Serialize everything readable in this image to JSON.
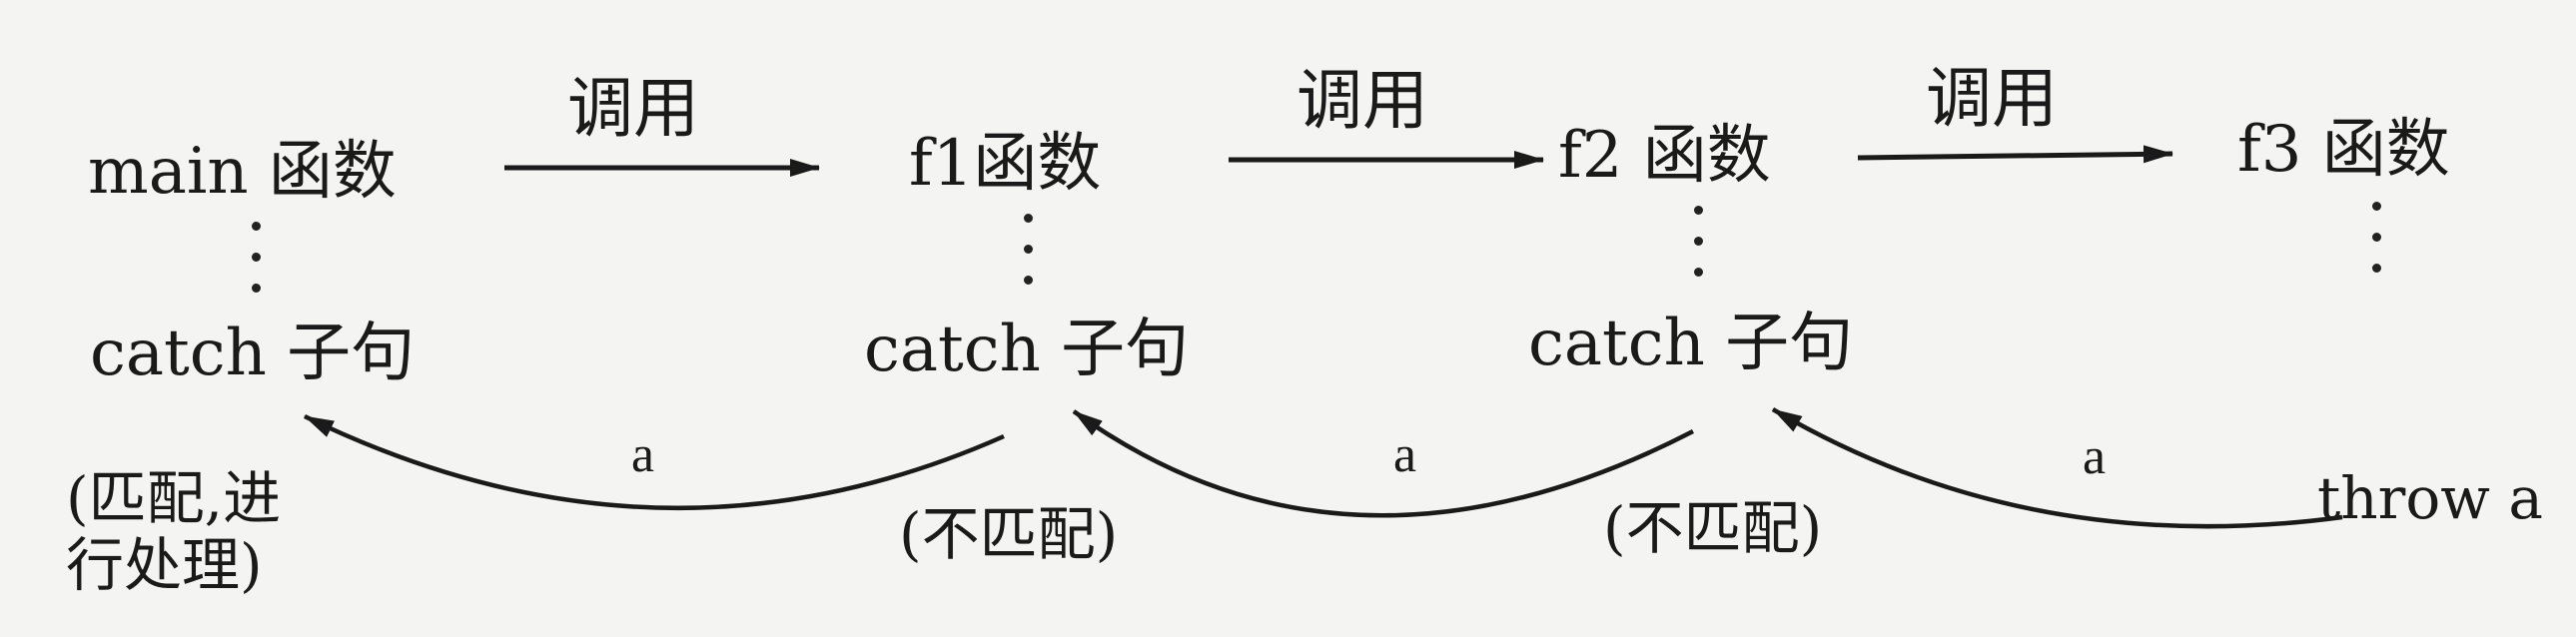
{
  "nodes": [
    {
      "function": "main 函数",
      "catch": "catch 子句",
      "note": "(匹配,进\n行处理)"
    },
    {
      "function": "f1函数",
      "catch": "catch 子句",
      "note": "(不匹配)"
    },
    {
      "function": "f2 函数",
      "catch": "catch 子句",
      "note": "(不匹配)"
    },
    {
      "function": "f3 函数",
      "throw": "throw a"
    }
  ],
  "call_label": "调用",
  "exception_label": "a"
}
